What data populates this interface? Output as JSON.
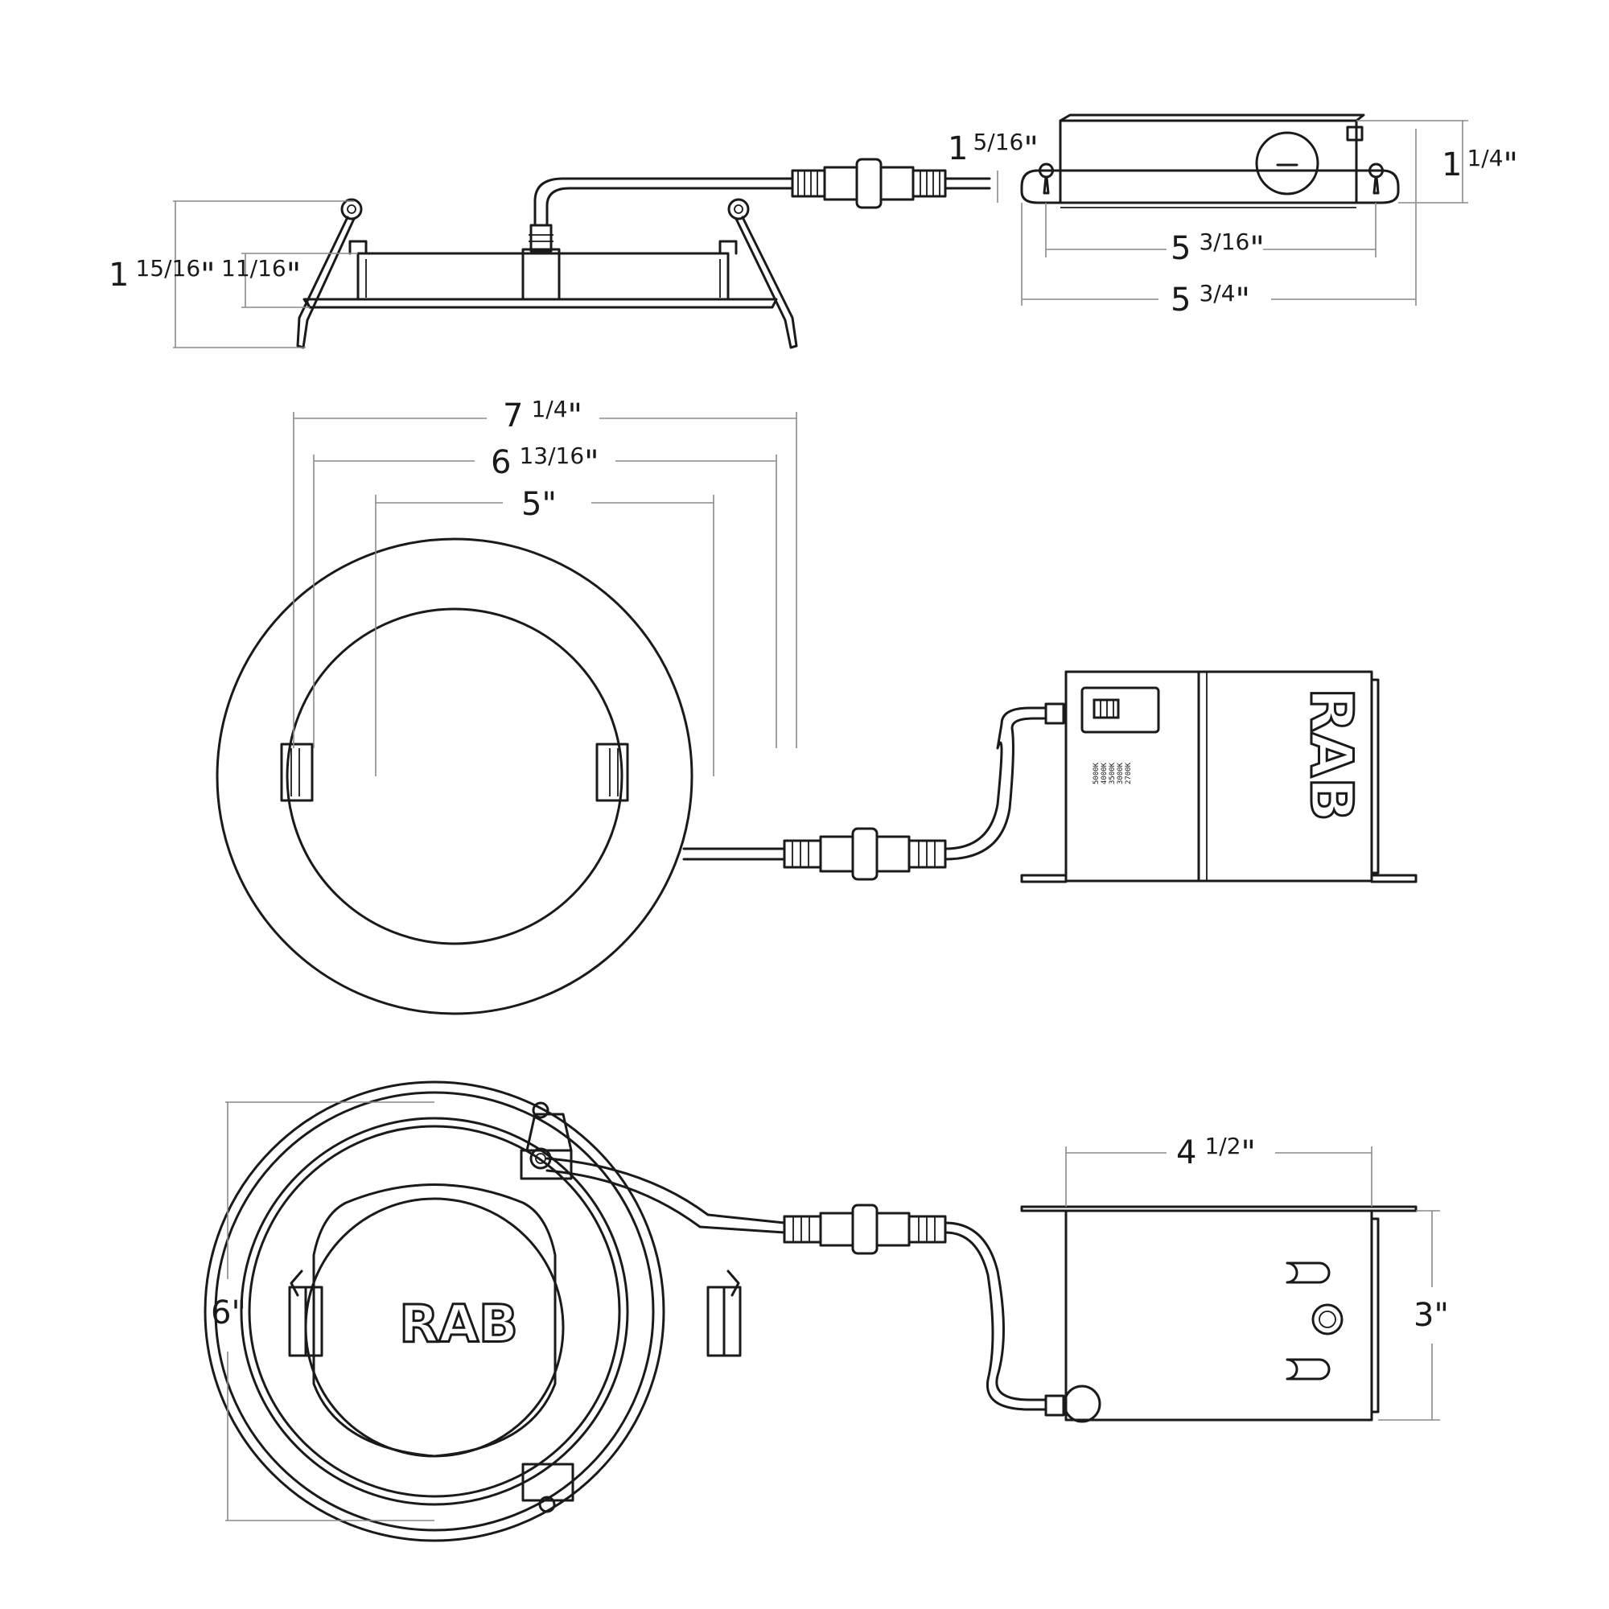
{
  "dimensions": {
    "side_overall_height": {
      "whole": "1",
      "frac": "15/16",
      "mark": "\""
    },
    "side_flange_height": {
      "whole": "",
      "frac": "11/16",
      "mark": "\""
    },
    "driver_side_height_small": {
      "whole": "1",
      "frac": "5/16",
      "mark": "\""
    },
    "driver_side_height": {
      "whole": "1",
      "frac": "1/4",
      "mark": "\""
    },
    "driver_inner_length": {
      "whole": "5",
      "frac": "3/16",
      "mark": "\""
    },
    "driver_outer_length": {
      "whole": "5",
      "frac": "3/4",
      "mark": "\""
    },
    "trim_outer_diameter": {
      "whole": "7",
      "frac": "1/4",
      "mark": "\""
    },
    "clip_span": {
      "whole": "6",
      "frac": "13/16",
      "mark": "\""
    },
    "aperture": {
      "whole": "5",
      "frac": "",
      "mark": "\""
    },
    "back_height": {
      "whole": "6",
      "frac": "",
      "mark": "\""
    },
    "driver_box_width": {
      "whole": "4",
      "frac": "1/2",
      "mark": "\""
    },
    "driver_box_height": {
      "whole": "3",
      "frac": "",
      "mark": "\""
    }
  },
  "logos": {
    "driver_top": "RAB",
    "fixture_back": "RAB"
  },
  "cct_labels": [
    "5000K",
    "4000K",
    "3500K",
    "3000K",
    "2700K"
  ]
}
